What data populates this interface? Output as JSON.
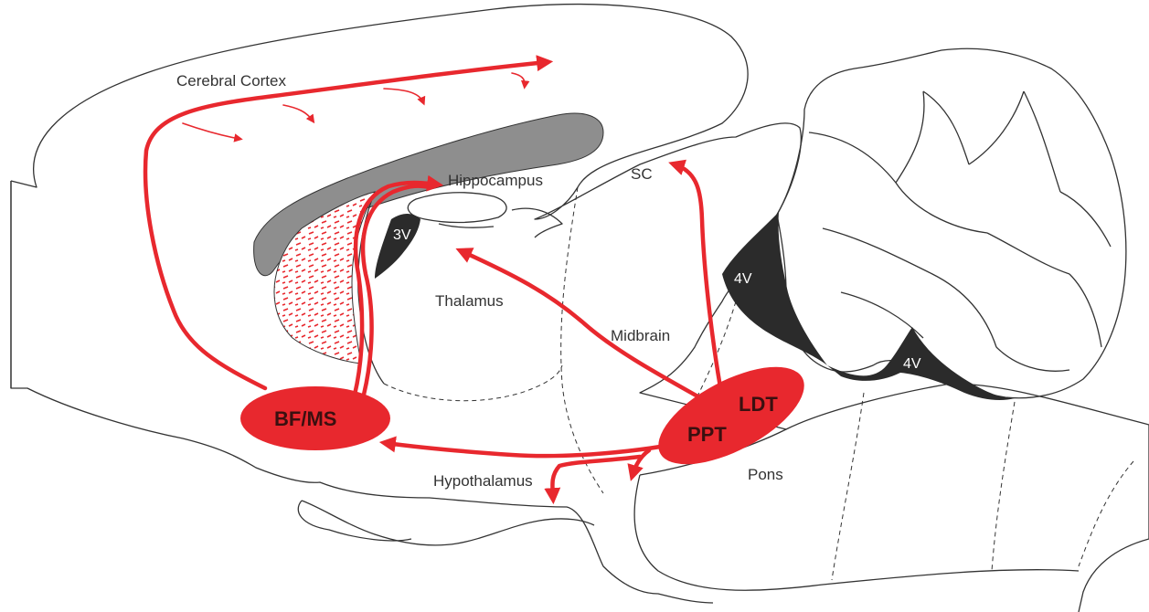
{
  "colors": {
    "pathway": "#e8282e",
    "ventricle": "#2b2b2b",
    "gray_matter": "#8e8e8e",
    "outline": "#333333",
    "background": "#ffffff"
  },
  "labels": {
    "cerebral_cortex": "Cerebral Cortex",
    "hippocampus": "Hippocampus",
    "sc": "SC",
    "third_ventricle": "3V",
    "fourth_ventricle_upper": "4V",
    "fourth_ventricle_lower": "4V",
    "thalamus": "Thalamus",
    "midbrain": "Midbrain",
    "hypothalamus": "Hypothalamus",
    "pons": "Pons",
    "bf_ms": "BF/MS",
    "ldt": "LDT",
    "ppt": "PPT"
  },
  "nuclei": [
    {
      "id": "bf-ms",
      "label_key": "bf_ms"
    },
    {
      "id": "ppt-ldt",
      "label_keys": [
        "ldt",
        "ppt"
      ]
    }
  ],
  "projections": [
    {
      "from": "BF/MS",
      "to": "Cerebral Cortex"
    },
    {
      "from": "BF/MS",
      "to": "Hippocampus"
    },
    {
      "from": "PPT/LDT",
      "to": "Thalamus"
    },
    {
      "from": "PPT/LDT",
      "to": "SC"
    },
    {
      "from": "PPT/LDT",
      "to": "BF/MS"
    },
    {
      "from": "PPT/LDT",
      "to": "Hypothalamus"
    }
  ]
}
